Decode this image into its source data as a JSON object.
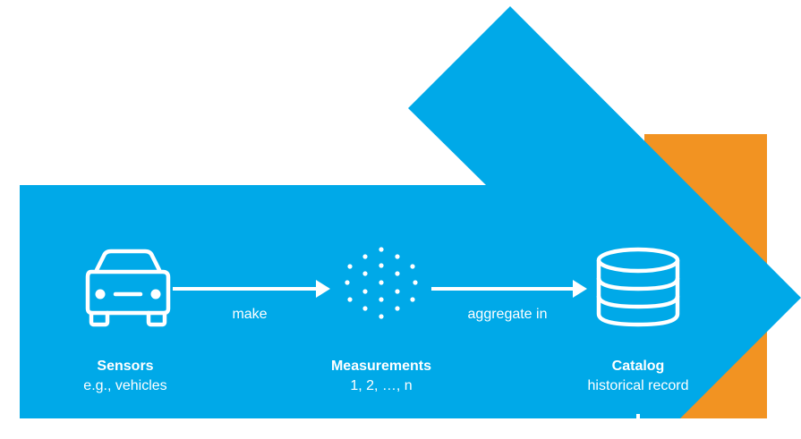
{
  "colors": {
    "background": "#ffffff",
    "arrow_fill": "#00a9e8",
    "accent_fill": "#f29322",
    "foreground": "#ffffff"
  },
  "nodes": [
    {
      "id": "sensors",
      "icon": "car-icon",
      "title": "Sensors",
      "subtitle": "e.g., vehicles"
    },
    {
      "id": "measurements",
      "icon": "dot-cloud-icon",
      "title": "Measurements",
      "subtitle": "1, 2, …, n"
    },
    {
      "id": "catalog",
      "icon": "database-icon",
      "title": "Catalog",
      "subtitle": "historical record"
    }
  ],
  "edges": [
    {
      "from": "sensors",
      "to": "measurements",
      "label": "make"
    },
    {
      "from": "measurements",
      "to": "catalog",
      "label": "aggregate in"
    }
  ]
}
